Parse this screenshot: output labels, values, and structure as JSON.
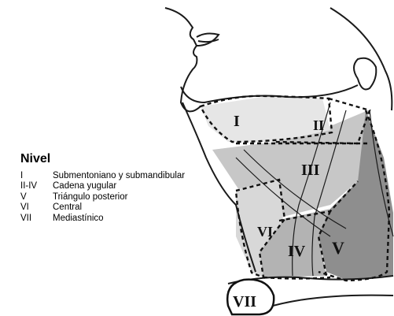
{
  "legend": {
    "title": "Nivel",
    "items": [
      {
        "code": "I",
        "label": "Submentoniano y submandibular"
      },
      {
        "code": "II-IV",
        "label": "Cadena yugular"
      },
      {
        "code": "V",
        "label": "Triángulo posterior"
      },
      {
        "code": "VI",
        "label": "Central"
      },
      {
        "code": "VII",
        "label": "Mediastínico"
      }
    ]
  },
  "regions": {
    "I": "I",
    "II": "II",
    "III": "III",
    "IV": "IV",
    "V": "V",
    "VI": "VI",
    "VII": "VII"
  },
  "colors": {
    "outline": "#1a1a1a",
    "skin_fill": "#ffffff",
    "level_II_III_fill": "#c7c7c7",
    "level_V_fill": "#8e8e8e",
    "level_IV_fill": "#b3b3b3",
    "dash": "#111111"
  }
}
